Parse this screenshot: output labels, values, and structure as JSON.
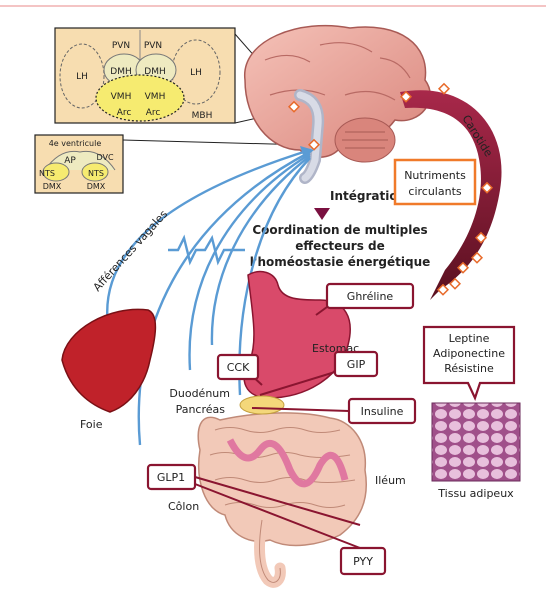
{
  "hypothalamus_inset": {
    "regions": {
      "pvn_left": "PVN",
      "pvn_right": "PVN",
      "dmh_left": "DMH",
      "dmh_right": "DMH",
      "lh_left": "LH",
      "lh_right": "LH",
      "vmh_left": "VMH",
      "vmh_right": "VMH",
      "arc_left": "Arc",
      "arc_right": "Arc",
      "mbh": "MBH"
    }
  },
  "brainstem_inset": {
    "regions": {
      "ventricle": "4e ventricule",
      "ap": "AP",
      "dvc": "DVC",
      "nts_left": "NTS",
      "nts_right": "NTS",
      "dmx_left": "DMX",
      "dmx_right": "DMX"
    }
  },
  "labels": {
    "integration": "Intégration",
    "coordination_1": "Coordination de multiples",
    "coordination_2": "effecteurs de",
    "coordination_3": "l'homéostasie énergétique",
    "vagal": "Afférences vagales",
    "carotid": "Carotide",
    "liver": "Foie",
    "stomach": "Estomac",
    "duodenum": "Duodénum",
    "pancreas": "Pancréas",
    "ileum": "Iléum",
    "colon": "Côlon",
    "adipose": "Tissu adipeux"
  },
  "boxes": {
    "nutrients_1": "Nutriments",
    "nutrients_2": "circulants",
    "ghrelin": "Ghréline",
    "cck": "CCK",
    "gip": "GIP",
    "insulin": "Insuline",
    "glp1": "GLP1",
    "pyy": "PYY",
    "adipokines_1": "Leptine",
    "adipokines_2": "Adiponectine",
    "adipokines_3": "Résistine"
  },
  "colors": {
    "hormone_box_border": "#8a1530",
    "nutrient_box_border": "#f07a2a",
    "vagal_lines": "#5a9bd4"
  }
}
